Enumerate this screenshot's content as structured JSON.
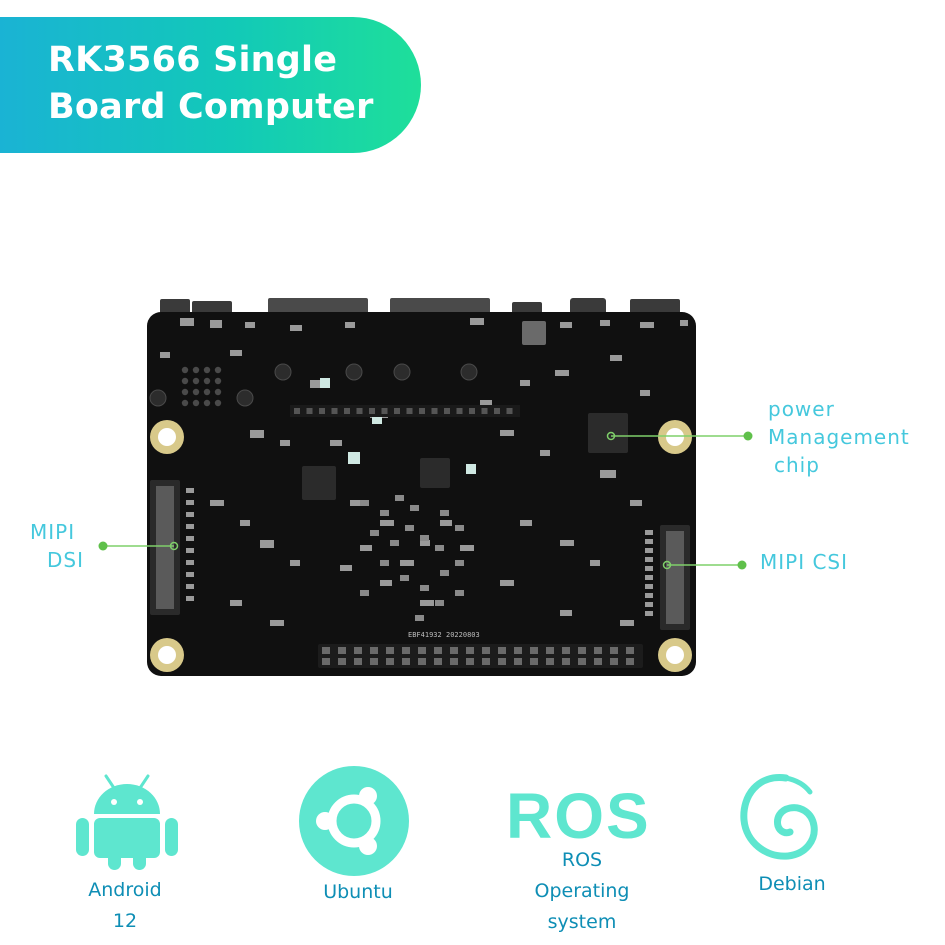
{
  "banner": {
    "title_line1": "RK3566 Single",
    "title_line2": "Board Computer"
  },
  "callouts": {
    "mipi_dsi_line1": "MIPI",
    "mipi_dsi_line2": "DSI",
    "power_line1": "power",
    "power_line2": "Management",
    "power_line3": "chip",
    "mipi_csi": "MIPI CSI"
  },
  "board": {
    "marking_left": "EBF41932",
    "marking_right": "20220803"
  },
  "os": {
    "android_line1": "Android",
    "android_line2": "12",
    "ubuntu": "Ubuntu",
    "ros_logo": "ROS",
    "ros_line1": "ROS",
    "ros_line2": "Operating",
    "ros_line3": "system",
    "debian": "Debian"
  },
  "colors": {
    "accent": "#45c8dd",
    "label": "#0e8eb5",
    "icon_mint": "#5ee6cf",
    "dot_green": "#5fc04a",
    "board": "#111111"
  }
}
